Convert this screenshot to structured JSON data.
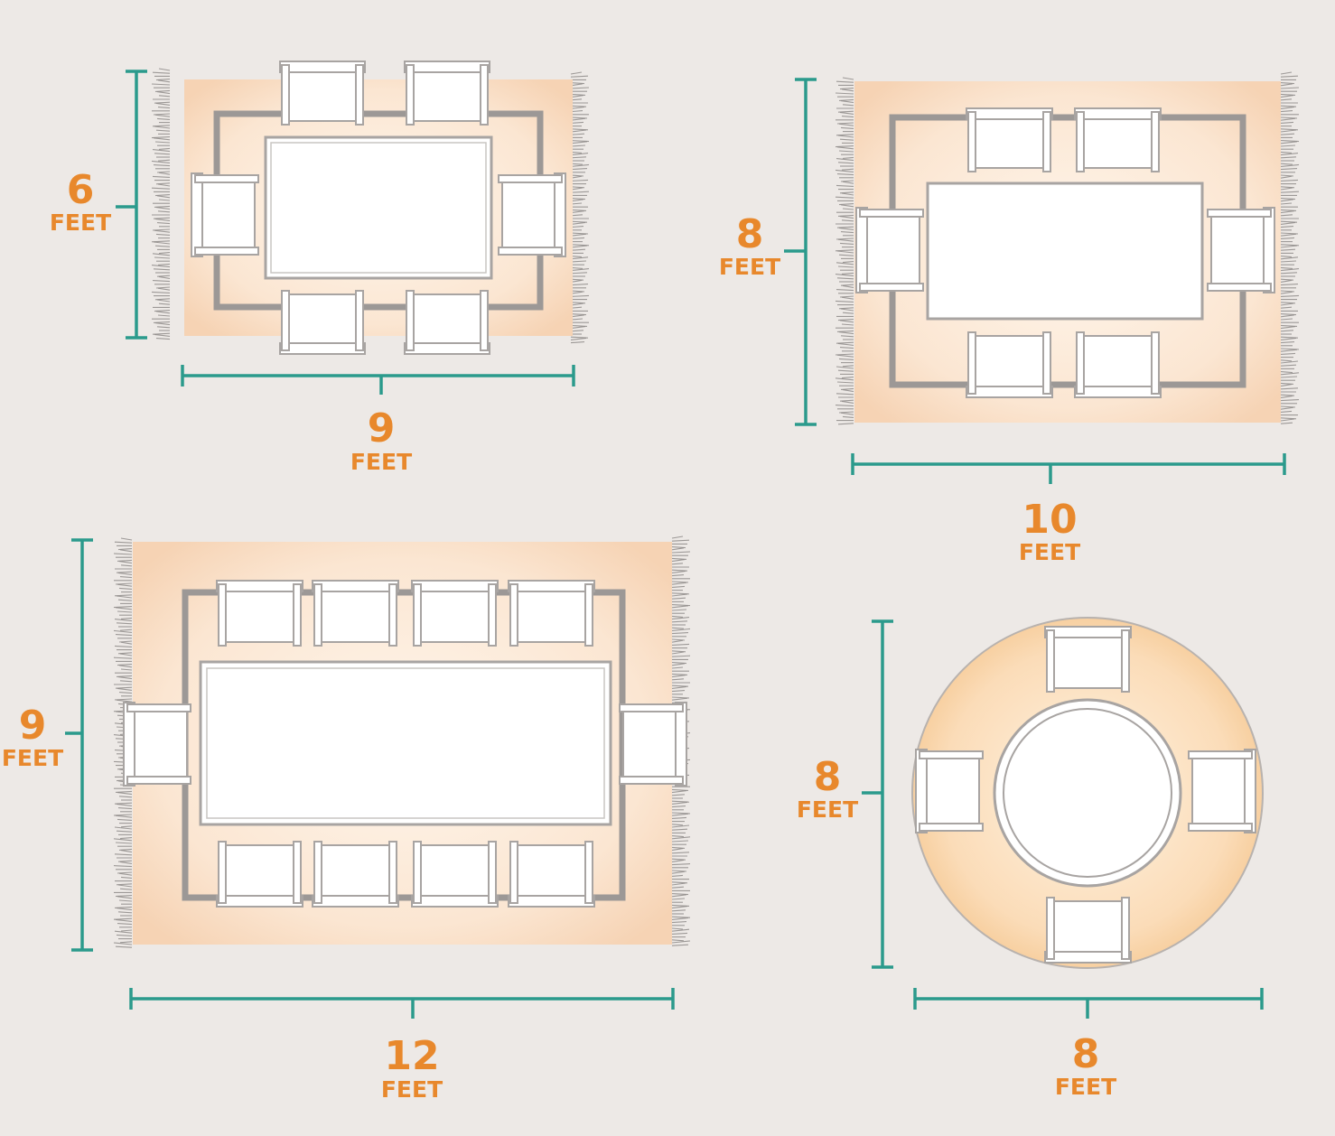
{
  "colors": {
    "background": "#ede9e6",
    "rug_fill": "#fae0c8",
    "rug_inner": "#fdeedd",
    "border_line": "#9c9896",
    "measure_line": "#2b9a8c",
    "label_orange": "#e8882c",
    "furniture": "#ffffff",
    "furniture_stroke": "#a8a4a2"
  },
  "layouts": [
    {
      "id": "rug-6x9",
      "shape": "rectangle",
      "chairs": 6,
      "vertical": {
        "number": "6",
        "unit": "FEET"
      },
      "horizontal": {
        "number": "9",
        "unit": "FEET"
      }
    },
    {
      "id": "rug-8x10",
      "shape": "rectangle",
      "chairs": 6,
      "vertical": {
        "number": "8",
        "unit": "FEET"
      },
      "horizontal": {
        "number": "10",
        "unit": "FEET"
      }
    },
    {
      "id": "rug-9x12",
      "shape": "rectangle",
      "chairs": 10,
      "vertical": {
        "number": "9",
        "unit": "FEET"
      },
      "horizontal": {
        "number": "12",
        "unit": "FEET"
      }
    },
    {
      "id": "rug-8-round",
      "shape": "circle",
      "chairs": 4,
      "vertical": {
        "number": "8",
        "unit": "FEET"
      },
      "horizontal": {
        "number": "8",
        "unit": "FEET"
      }
    }
  ]
}
